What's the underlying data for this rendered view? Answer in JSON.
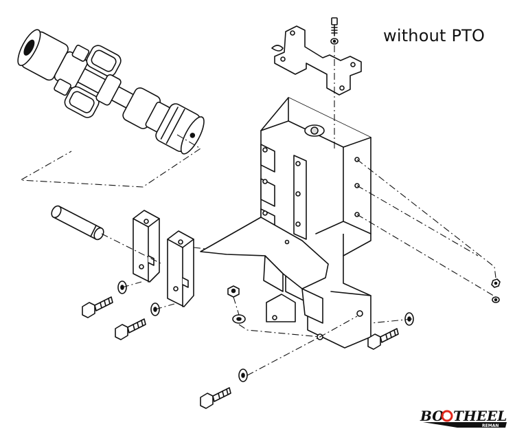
{
  "caption": "without PTO",
  "logo": {
    "name": "BOOTHEEL",
    "subtitle": "REMAN",
    "ring_color": "#e0261b",
    "ink_color": "#111111"
  },
  "colors": {
    "line": "#111111",
    "fill": "#ffffff"
  },
  "parts": [
    "pto-drive-shaft",
    "clevis-pin",
    "mounting-block-left",
    "mounting-block-right",
    "upper-bracket",
    "main-hitch-frame",
    "hitch-plate",
    "bolt-top",
    "washer-top",
    "nut-right",
    "washer-right",
    "bolt-left-upper",
    "washer-left-upper",
    "bolt-left-lower",
    "washer-left-lower",
    "nut-center",
    "washer-center",
    "bolt-right",
    "washer-right-lower",
    "bolt-bottom",
    "washer-bottom"
  ]
}
